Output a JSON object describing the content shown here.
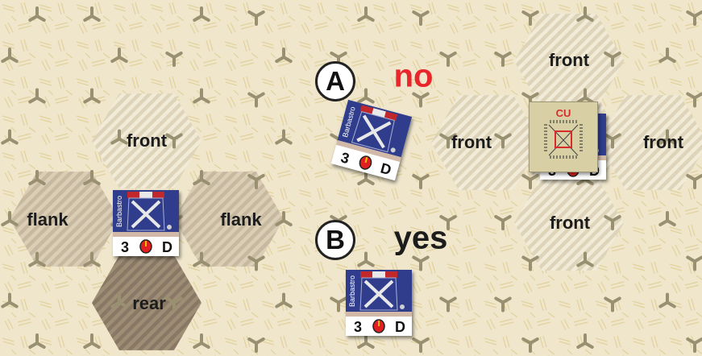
{
  "hex_labels": {
    "left_front": "front",
    "left_flank_left": "flank",
    "left_flank_right": "flank",
    "left_rear": "rear",
    "right_front_top": "front",
    "right_front_left": "front",
    "right_front_right": "front",
    "right_front_bottom": "front"
  },
  "examples": {
    "a_letter": "A",
    "a_result": "no",
    "b_letter": "B",
    "b_result": "yes"
  },
  "unit_counter": {
    "name": "Barbastro",
    "strength": "3",
    "type_letter": "D",
    "icon": "crossed-sabres-uniform-icon",
    "marker": "red-oval-marker-icon"
  },
  "cu_marker": {
    "label": "CU",
    "icon": "cu-square-icon"
  },
  "colors": {
    "map_background": "#efe6cc",
    "hatched_front": "#ddd2b8",
    "hatched_flank": "#c4b49c",
    "hatched_rear": "#8c7b68",
    "counter_blue": "#2f3d8c",
    "result_no": "#e8262b",
    "result_yes": "#1c1c1c",
    "cu_red": "#d72b2b"
  }
}
